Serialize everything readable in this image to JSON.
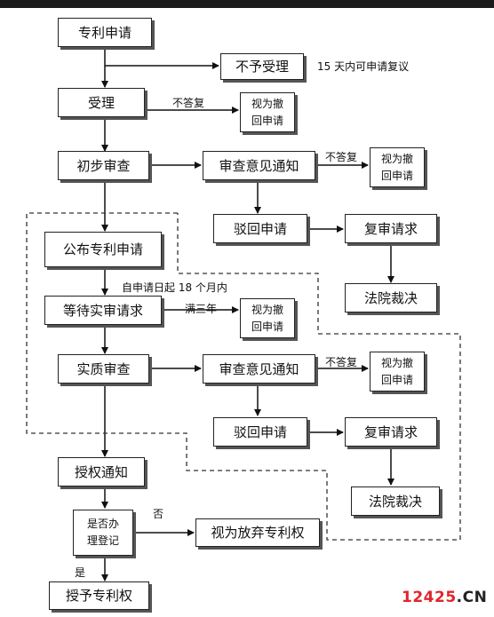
{
  "nodes": {
    "apply": "专利申请",
    "not_accepted": "不予受理",
    "accept": "受理",
    "withdrawn_1": [
      "视为撤",
      "回申请"
    ],
    "prelim": "初步审查",
    "opinion_1": "审查意见通知",
    "withdrawn_2": [
      "视为撤",
      "回申请"
    ],
    "reject_1": "驳回申请",
    "reexam_1": "复审请求",
    "court_1": "法院裁决",
    "publish": "公布专利申请",
    "await_exam": "等待实审请求",
    "withdrawn_3": [
      "视为撤",
      "回申请"
    ],
    "substantive": "实质审查",
    "opinion_2": "审查意见通知",
    "withdrawn_4": [
      "视为撤",
      "回申请"
    ],
    "reject_2": "驳回申请",
    "reexam_2": "复审请求",
    "court_2": "法院裁决",
    "grant_notice": "授权通知",
    "register": [
      "是否办",
      "理登记"
    ],
    "abandon": "视为放弃专利权",
    "grant": "授予专利权"
  },
  "labels": {
    "review_15_days": "15 天内可申请复议",
    "no_reply_1": "不答复",
    "no_reply_2": "不答复",
    "no_reply_3": "不答复",
    "within_18_months": "自申请日起 18 个月内",
    "three_years": "满三年",
    "no": "否",
    "yes": "是"
  },
  "watermark": {
    "digits": "12425",
    "suffix": ".CN"
  }
}
